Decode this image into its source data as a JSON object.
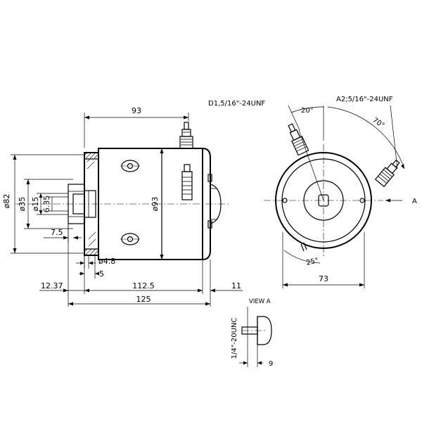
{
  "dimensions": {
    "d93_top": "93",
    "d82": "ø82",
    "d35": "ø35",
    "d15": "ø15",
    "d6_35": "6.35",
    "d7_5": "7.5",
    "d4_8": "ø4.8",
    "d5": "5",
    "d12_37": "12.37",
    "d112_5": "112.5",
    "d11": "11",
    "d125": "125",
    "d93_body": "ø93",
    "d73": "73",
    "d9": "9"
  },
  "annotations": {
    "d1": "D1,5/16\"-24UNF",
    "a2": "A2;5/16\"-24UNF",
    "angle20": "20°",
    "angle70": "70°",
    "angle25": "25°",
    "view_arrow": "A",
    "view_a": "VIEW A",
    "thread": "1/4\"-20UNC"
  }
}
